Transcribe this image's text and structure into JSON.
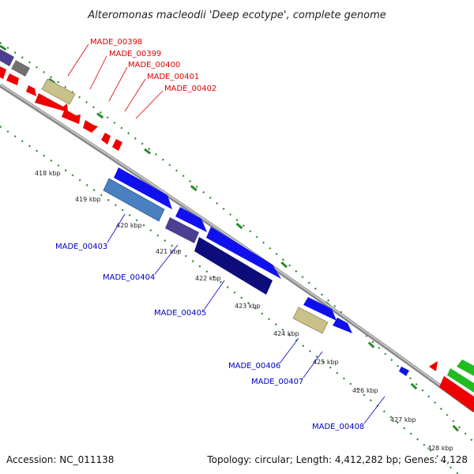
{
  "title": "Alteromonas macleodii 'Deep ecotype', complete genome",
  "accession": "Accession: NC_011138",
  "topology": "Topology: circular; Length: 4,412,282 bp; Genes: 4,128",
  "colors": {
    "tick": "#2a8a2a",
    "backbone": "#8a8a8a",
    "red": "#ee0000",
    "blue": "#1010ee",
    "steel": "#4a7fc0",
    "slate": "#4b3f90",
    "navy": "#0c0c7a",
    "khaki": "#c8c28a",
    "gray": "#707070",
    "green": "#22bb22",
    "label_red": "#e00000",
    "label_blue": "#0000c8"
  },
  "kbp_labels": [
    "418 kbp",
    "419 kbp",
    "420 kbp",
    "421 kbp",
    "422 kbp",
    "423 kbp",
    "424 kbp",
    "425 kbp",
    "426 kbp",
    "427 kbp",
    "428 kbp"
  ],
  "gene_labels_top": [
    "MADE_00398",
    "MADE_00399",
    "MADE_00400",
    "MADE_00401",
    "MADE_00402"
  ],
  "gene_labels_bottom": [
    "MADE_00403",
    "MADE_00404",
    "MADE_00405",
    "MADE_00406",
    "MADE_00407",
    "MADE_00408"
  ]
}
